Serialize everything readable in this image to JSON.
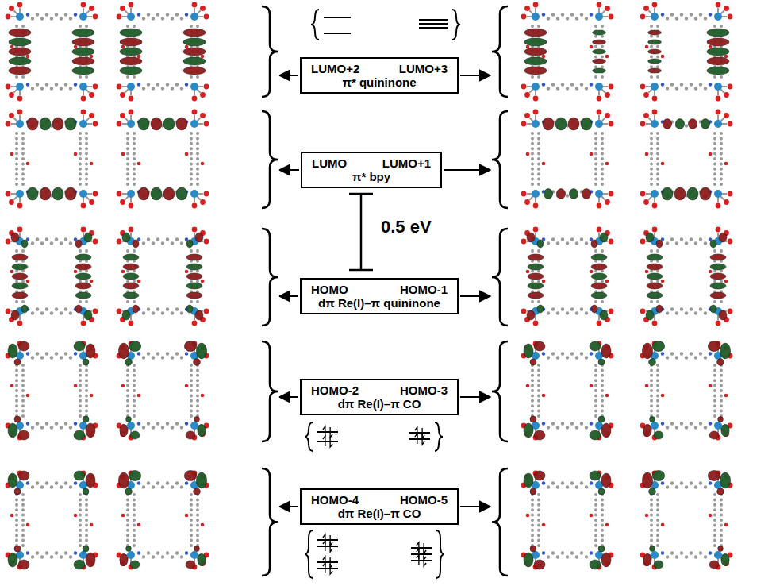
{
  "diagram": {
    "nodes": [
      {
        "text": [
          "LUMO+2",
          "LUMO+3",
          "π* quininone"
        ]
      },
      {
        "text": [
          "LUMO",
          "LUMO+1",
          "π* bpy"
        ]
      },
      {
        "text": [
          "HOMO",
          "HOMO-1",
          "dπ Re(I)–π quininone"
        ]
      },
      {
        "text": [
          "HOMO-2",
          "HOMO-3",
          "dπ Re(I)–π CO"
        ]
      },
      {
        "text": [
          "HOMO-4",
          "HOMO-5",
          "dπ Re(I)–π CO"
        ]
      }
    ],
    "labels": [
      "0.5 eV"
    ]
  }
}
